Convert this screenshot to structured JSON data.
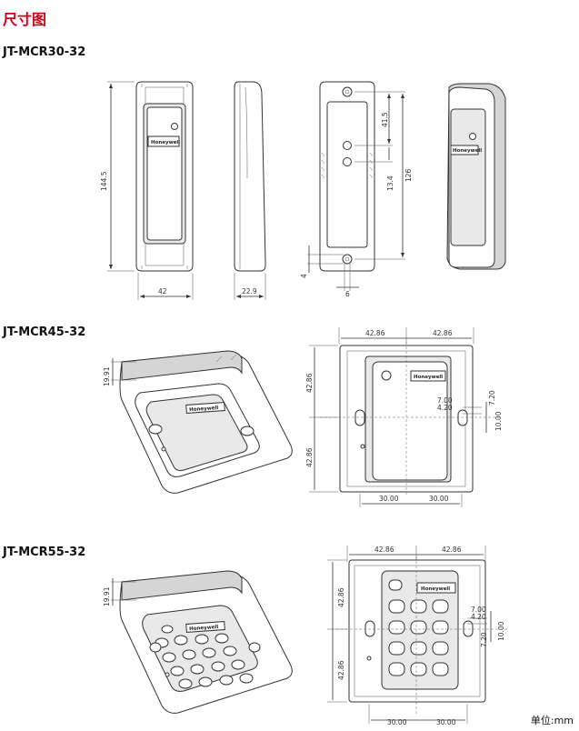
{
  "page": {
    "title": "尺寸图",
    "unit_label": "单位:mm"
  },
  "sections": [
    {
      "model": "JT-MCR30-32",
      "brand": "Honeywell",
      "dims": {
        "height": "144.5",
        "width": "42",
        "depth": "22.9",
        "upper": "41.5",
        "hole_spacing": "13.4",
        "mount": "126",
        "bottom": "4",
        "hole": "6"
      }
    },
    {
      "model": "JT-MCR45-32",
      "brand": "Honeywell",
      "dims": {
        "depth": "19.91",
        "top_left": "42.86",
        "top_right": "42.86",
        "left_upper": "42.86",
        "left_lower": "42.86",
        "right_a": "7.00",
        "right_b": "4.20",
        "right_c": "7.20",
        "right_d": "10.00",
        "bottom_left": "30.00",
        "bottom_right": "30.00"
      }
    },
    {
      "model": "JT-MCR55-32",
      "brand": "Honeywell",
      "dims": {
        "depth": "19.91",
        "top_left": "42.86",
        "top_right": "42.86",
        "left_upper": "42.86",
        "left_lower": "42.86",
        "right_a": "7.00",
        "right_b": "4.20",
        "right_c": "7.20",
        "right_d": "10.00",
        "bottom_left": "30.00",
        "bottom_right": "30.00"
      }
    }
  ]
}
